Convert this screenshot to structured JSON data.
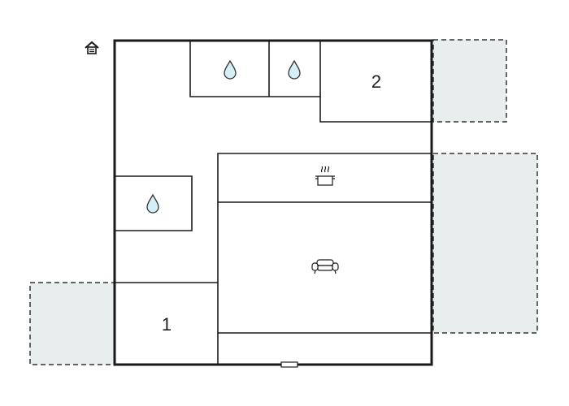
{
  "floor_plan": {
    "rooms": [
      {
        "key": "bedroom-1",
        "label": "1"
      },
      {
        "key": "bedroom-2",
        "label": "2"
      }
    ],
    "icons": [
      {
        "key": "entrance",
        "icon": "house-icon"
      },
      {
        "key": "bathroom-top-left",
        "icon": "water-drop-icon"
      },
      {
        "key": "bathroom-top-right",
        "icon": "water-drop-icon"
      },
      {
        "key": "bathroom-left",
        "icon": "water-drop-icon"
      },
      {
        "key": "kitchen",
        "icon": "cooking-pot-icon"
      },
      {
        "key": "living-room",
        "icon": "sofa-icon"
      }
    ],
    "colors": {
      "wall": "#1a1a1a",
      "terrace_fill": "#e8eeee",
      "terrace_stroke": "#333333",
      "water_fill": "#d6eef5",
      "water_stroke": "#333333"
    }
  }
}
